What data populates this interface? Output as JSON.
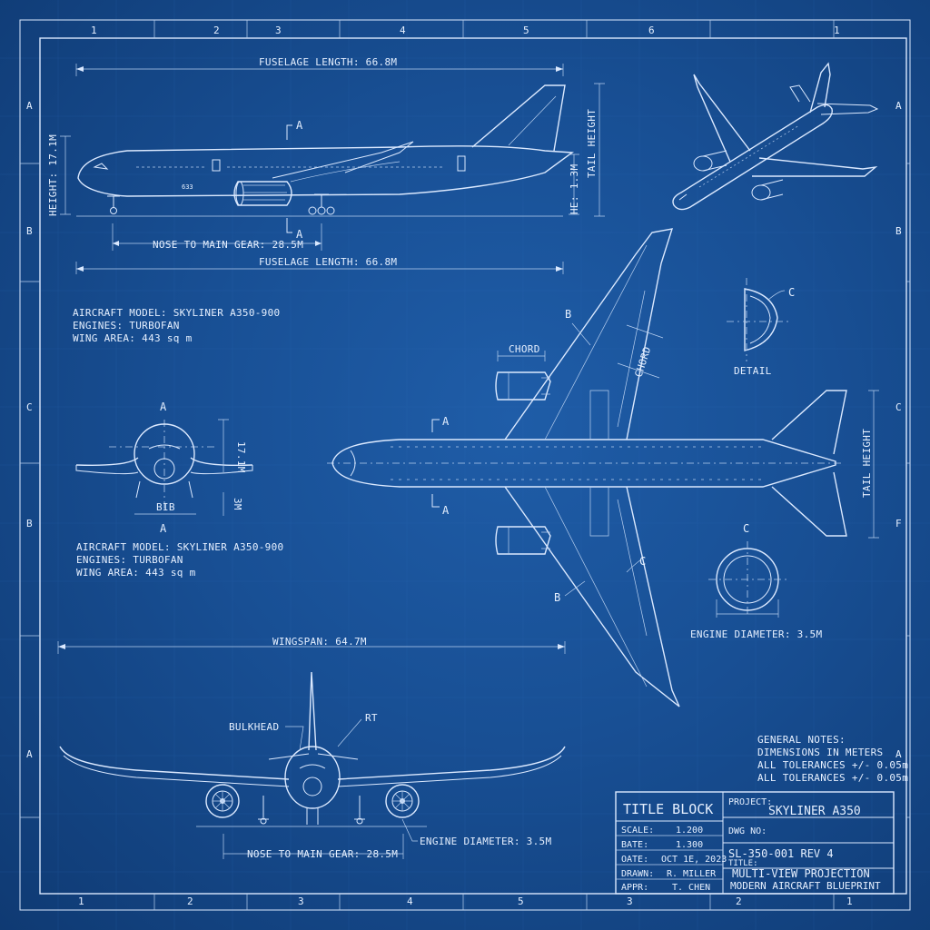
{
  "frame": {
    "cols_top": [
      "1",
      "2",
      "3",
      "4",
      "5",
      "6",
      "1"
    ],
    "cols_bottom": [
      "1",
      "2",
      "3",
      "4",
      "5",
      "3",
      "2",
      "1"
    ],
    "rows_left": [
      "A",
      "B",
      "C",
      "B",
      "A"
    ],
    "rows_right": [
      "A",
      "B",
      "C",
      "F",
      "A"
    ]
  },
  "side_view": {
    "fuselage_length_top": "FUSELAGE LENGTH: 66.8M",
    "fuselage_length_bottom": "FUSELAGE LENGTH: 66.8M",
    "nose_to_gear": "NOSE TO MAIN GEAR: 28.5M",
    "height": "HEIGHT: 17.1M",
    "tail_height": "TAIL HEIGHT",
    "he_label": "HE: 1.3M",
    "section_a_top": "A",
    "section_a_bottom": "A",
    "tag": "633"
  },
  "specs_upper": {
    "model": "AIRCRAFT MODEL: SKYLINER A350-900",
    "engines": "ENGINES: TURBOFAN",
    "wing_area": "WING AREA: 443 sq m"
  },
  "specs_lower": {
    "model": "AIRCRAFT MODEL: SKYLINER A350-900",
    "engines": "ENGINES: TURBOFAN",
    "wing_area": "WING AREA: 443 sq m"
  },
  "front_view_small": {
    "label_top": "A",
    "label_bottom": "A",
    "width_label": "BIB",
    "height_label": "17.1M",
    "gear_label": "3M"
  },
  "top_view": {
    "chord_left": "CHORD",
    "chord_right": "CHORD",
    "label_b_top": "B",
    "label_b_bottom": "B",
    "label_a_top": "A",
    "label_a_bottom": "A",
    "label_c": "C",
    "tail_height": "TAIL HEIGHT"
  },
  "detail": {
    "label_c": "C",
    "caption": "DETAIL"
  },
  "engine_section": {
    "label_c": "C",
    "caption": "ENGINE DIAMETER: 3.5M"
  },
  "front_view_large": {
    "wingspan": "WINGSPAN: 64.7M",
    "bulkhead": "BULKHEAD",
    "rt": "RT",
    "engine_diameter": "ENGINE DIAMETER: 3.5M",
    "nose_to_gear": "NOSE TO MAIN GEAR: 28.5M"
  },
  "general_notes": {
    "title": "GENERAL NOTES:",
    "line1": "DIMENSIONS IN METERS",
    "line2": "ALL TOLERANCES +/- 0.05m",
    "line3": "ALL TOLERANCES +/- 0.05m"
  },
  "title_block": {
    "heading": "TITLE BLOCK",
    "scale_label": "SCALE:",
    "scale_value": "1.200",
    "bate_label": "BATE:",
    "bate_value": "1.300",
    "date_label": "OATE:",
    "date_value": "OCT 1E, 2023",
    "drawn_label": "DRAWN:",
    "drawn_value": "R. MILLER",
    "appr_label": "APPR:",
    "appr_value": "T. CHEN",
    "project_label": "PROJECT:",
    "project_value": "SKYLINER A350",
    "dwg_label": "DWG NO:",
    "dwg_value": "SL-350-001 REV 4",
    "title_label": "TITLE:",
    "title_line1": "MULTI-VIEW PROJECTION",
    "title_line2": "MODERN AIRCRAFT BLUEPRINT"
  },
  "colors": {
    "paper": "#184f94",
    "ink": "#dbe9ff"
  }
}
